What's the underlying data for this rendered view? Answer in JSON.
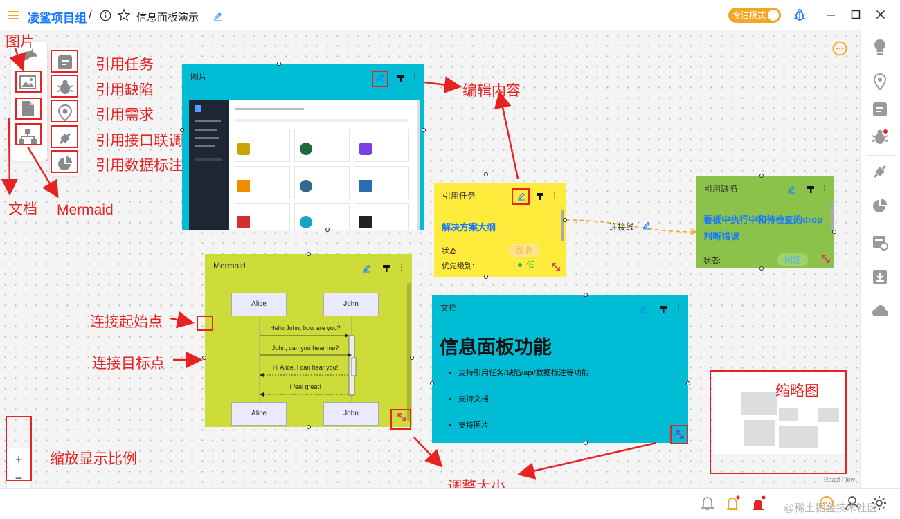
{
  "topbar": {
    "project": "凌鲨项目组",
    "separator": "/",
    "title": "信息面板演示",
    "focus_mode": "专注模式"
  },
  "palette_labels": {
    "picture": "图片",
    "document": "文档",
    "mermaid": "Mermaid"
  },
  "annotations": {
    "ref_task": "引用任务",
    "ref_bug": "引用缺陷",
    "ref_req": "引用需求",
    "ref_api": "引用接口联调",
    "ref_data": "引用数据标注",
    "edit_content": "编辑内容",
    "conn_start": "连接起始点",
    "conn_target": "连接目标点",
    "zoom_ratio": "缩放显示比例",
    "resize": "调整大小",
    "minimap": "缩略图"
  },
  "nodes": {
    "image": {
      "header": "图片"
    },
    "task": {
      "header": "引用任务",
      "title": "解决方案大纲",
      "status_label": "状态:",
      "status_value": "验收",
      "priority_label": "优先级别:",
      "priority_value": "低"
    },
    "bug": {
      "header": "引用缺陷",
      "title": "看板中执行中和待检查的drop判断错误",
      "status_label": "状态:",
      "status_value": "问题"
    },
    "mermaid": {
      "header": "Mermaid",
      "actor_a": "Alice",
      "actor_b": "John",
      "msgs": [
        "Hello John, how are you?",
        "John, can you hear me?",
        "Hi Alice, I can hear you!",
        "I feel great!"
      ]
    },
    "doc": {
      "header": "文档",
      "title": "信息面板功能",
      "bullets": [
        "支持引用任务/缺陷/api/数据标注等功能",
        "支持文档",
        "支持图片"
      ]
    }
  },
  "edge": {
    "label": "连接线"
  },
  "zoom": {
    "plus": "+",
    "minus": "−"
  },
  "minimap": {
    "attribution": "React Flow"
  },
  "watermark": "@稀土掘金技术社区",
  "colors": {
    "accent": "#1677ff",
    "annotation": "#e62222",
    "image_node": "#00bcd4",
    "task_node": "#ffeb3b",
    "bug_node": "#8bc34a",
    "mermaid_node": "#cddc39",
    "doc_node": "#00bcd4",
    "edge": "#f5a623"
  },
  "icons": [
    "menu-icon",
    "info-icon",
    "star-icon",
    "edit-icon",
    "bug-icon",
    "window-minimize-icon",
    "window-maximize-icon",
    "close-icon",
    "chat-icon",
    "bulb-icon",
    "location-icon",
    "task-icon",
    "bug-alert-icon",
    "plug-icon",
    "pie-icon",
    "calendar-check-icon",
    "download-icon",
    "cloud-icon",
    "bell-icon",
    "alarm-icon",
    "siren-icon",
    "user-icon",
    "gear-icon"
  ]
}
